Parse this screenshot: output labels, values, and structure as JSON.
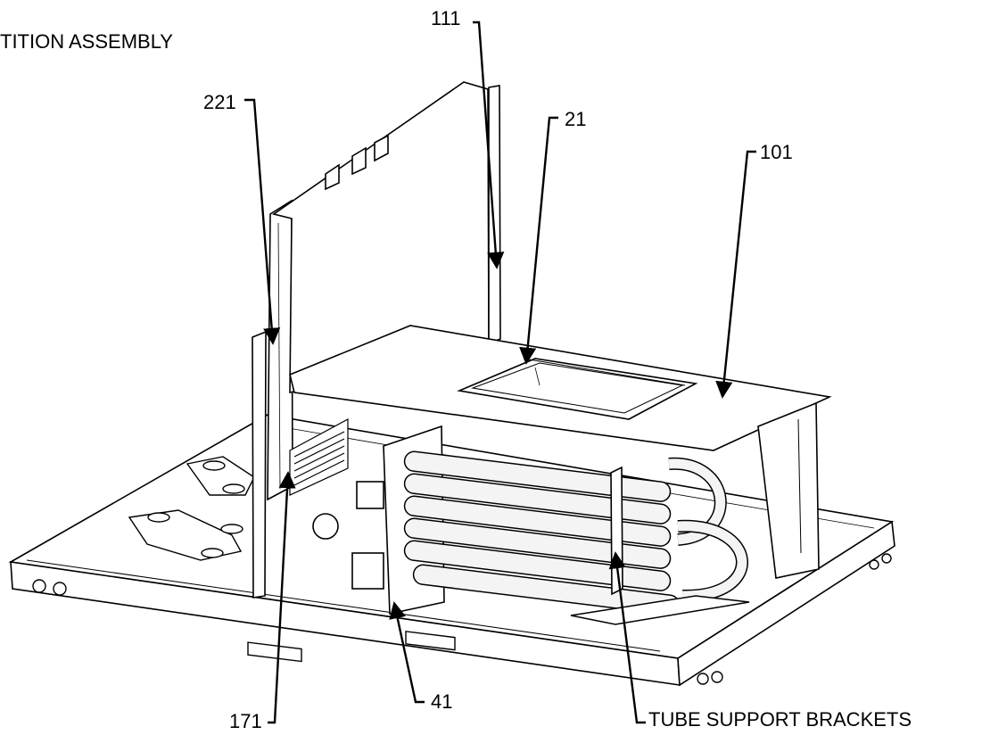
{
  "title": "TITION ASSEMBLY",
  "callouts": {
    "c111": "111",
    "c221": "221",
    "c21": "21",
    "c101": "101",
    "c171": "171",
    "c41": "41",
    "tube_support": "TUBE SUPPORT BRACKETS"
  },
  "colors": {
    "line": "#000000",
    "fill": "#ffffff",
    "tube": "#f4f4f4"
  }
}
